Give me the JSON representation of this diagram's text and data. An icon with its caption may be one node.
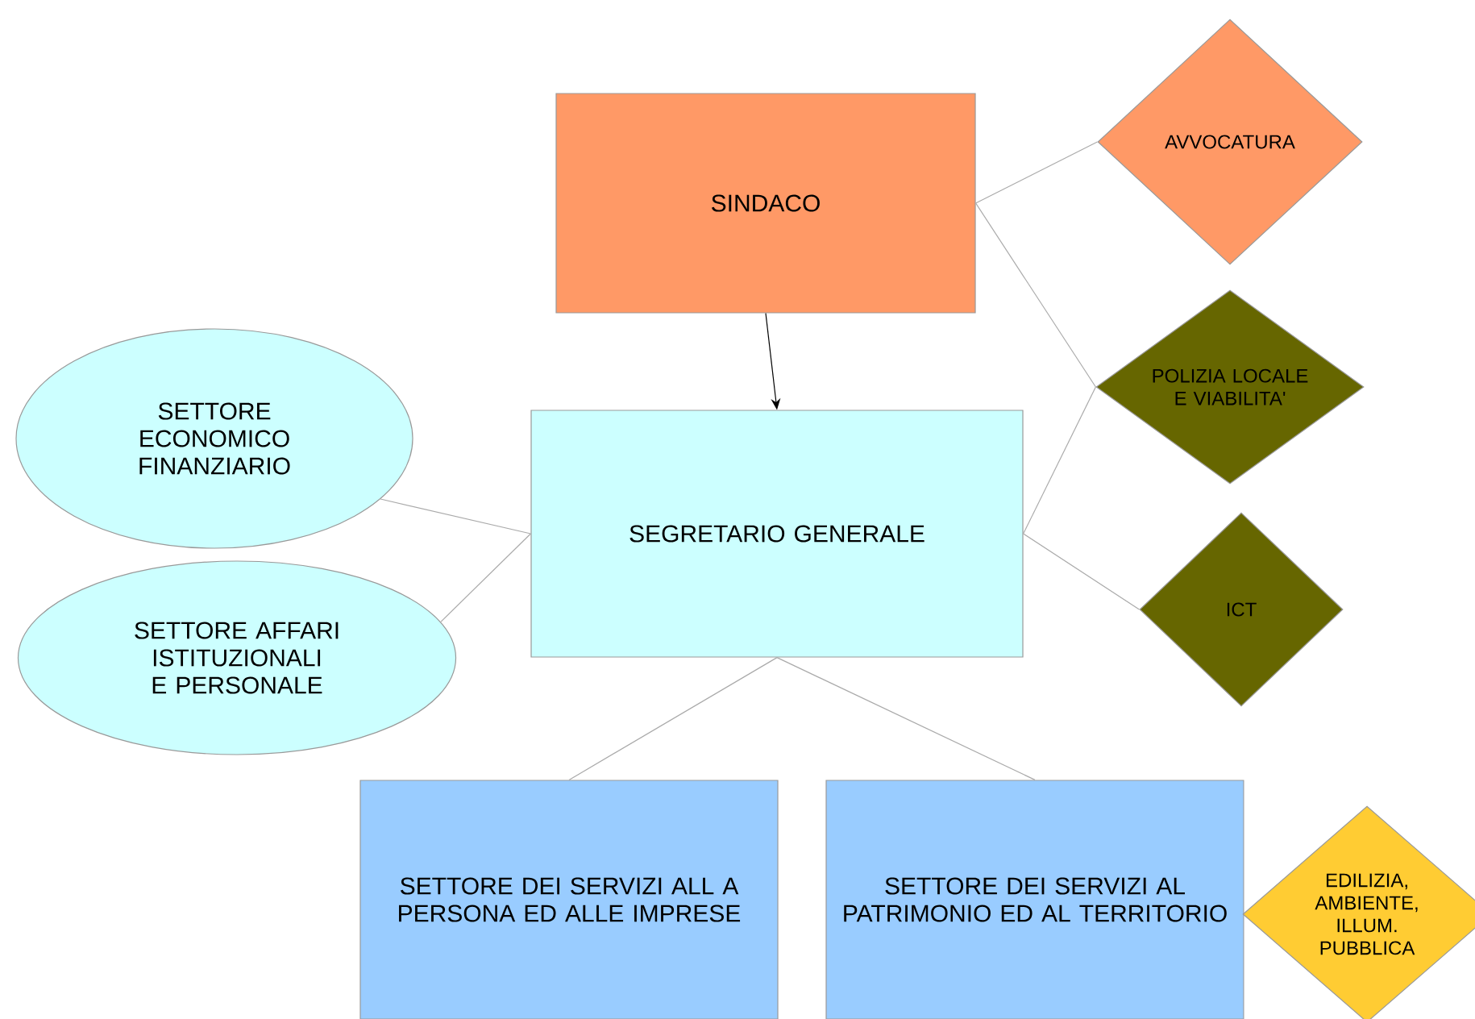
{
  "diagram": {
    "nodes": [
      {
        "text": [
          "SINDACO"
        ]
      },
      {
        "text": [
          "AVVOCATURA"
        ]
      },
      {
        "text": [
          "SETTORE ECONOMICO FINANZIARIO"
        ]
      },
      {
        "text": [
          "SEGRETARIO GENERALE"
        ]
      },
      {
        "text": [
          "POLIZIA LOCALE E VIABILITA'"
        ]
      },
      {
        "text": [
          "SETTORE AFFARI ISTITUZIONALI E PERSONALE"
        ]
      },
      {
        "text": [
          "ICT"
        ]
      },
      {
        "text": [
          "SETTORE DEI SERVIZI ALL A PERSONA ED ALLE IMPRESE"
        ]
      },
      {
        "text": [
          "SETTORE DEI SERVIZI AL PATRIMONIO ED AL TERRITORIO"
        ]
      },
      {
        "text": [
          "EDILIZIA, AMBIENTE, ILLUM. PUBBLICA"
        ]
      }
    ],
    "edges": [
      {
        "from": 0,
        "to": 3,
        "arrow": "to",
        "color": "#000000"
      },
      {
        "from": 0,
        "to": 1,
        "arrow": "none"
      },
      {
        "from": 0,
        "to": 4,
        "arrow": "none"
      },
      {
        "from": 3,
        "to": 4,
        "arrow": "none"
      },
      {
        "from": 3,
        "to": 6,
        "arrow": "none"
      },
      {
        "from": 2,
        "to": 3,
        "arrow": "none"
      },
      {
        "from": 5,
        "to": 3,
        "arrow": "none"
      },
      {
        "from": 3,
        "to": 7,
        "arrow": "none"
      },
      {
        "from": 3,
        "to": 8,
        "arrow": "none"
      }
    ]
  }
}
